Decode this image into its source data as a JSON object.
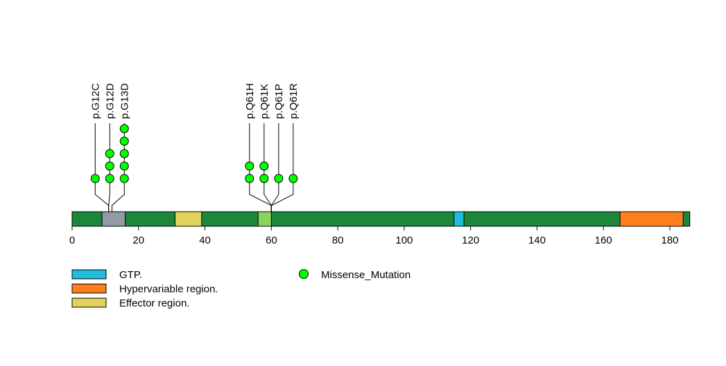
{
  "chart_data": {
    "type": "lollipop",
    "protein_length": 186,
    "xlim": [
      0,
      186
    ],
    "x_ticks": [
      0,
      20,
      40,
      60,
      80,
      100,
      120,
      140,
      160,
      180
    ],
    "backbone_color": "#1a873b",
    "domains": [
      {
        "name": "",
        "start": 9,
        "end": 16,
        "color": "#939aa6"
      },
      {
        "name": "Effector region.",
        "start": 31,
        "end": 39,
        "color": "#e0d35a"
      },
      {
        "name": "",
        "start": 56,
        "end": 60,
        "color": "#8ad45e"
      },
      {
        "name": "GTP.",
        "start": 115,
        "end": 118,
        "color": "#1fbcdc"
      },
      {
        "name": "Hypervariable region.",
        "start": 165,
        "end": 184,
        "color": "#ff7f1a"
      }
    ],
    "mutations": [
      {
        "label": "p.G12C",
        "position": 12,
        "count": 1
      },
      {
        "label": "p.G12D",
        "position": 12,
        "count": 3
      },
      {
        "label": "p.G13D",
        "position": 13,
        "count": 5
      },
      {
        "label": "p.Q61H",
        "position": 61,
        "count": 2
      },
      {
        "label": "p.Q61K",
        "position": 61,
        "count": 2
      },
      {
        "label": "p.Q61P",
        "position": 61,
        "count": 1
      },
      {
        "label": "p.Q61R",
        "position": 61,
        "count": 1
      }
    ],
    "legend": {
      "domains": [
        {
          "label": "GTP.",
          "color": "#1fbcdc"
        },
        {
          "label": "Hypervariable region.",
          "color": "#ff7f1a"
        },
        {
          "label": "Effector region.",
          "color": "#e0d35a"
        }
      ],
      "mutation_types": [
        {
          "label": "Missense_Mutation",
          "color": "#00ff00"
        }
      ],
      "placement": "bottom-left"
    }
  }
}
